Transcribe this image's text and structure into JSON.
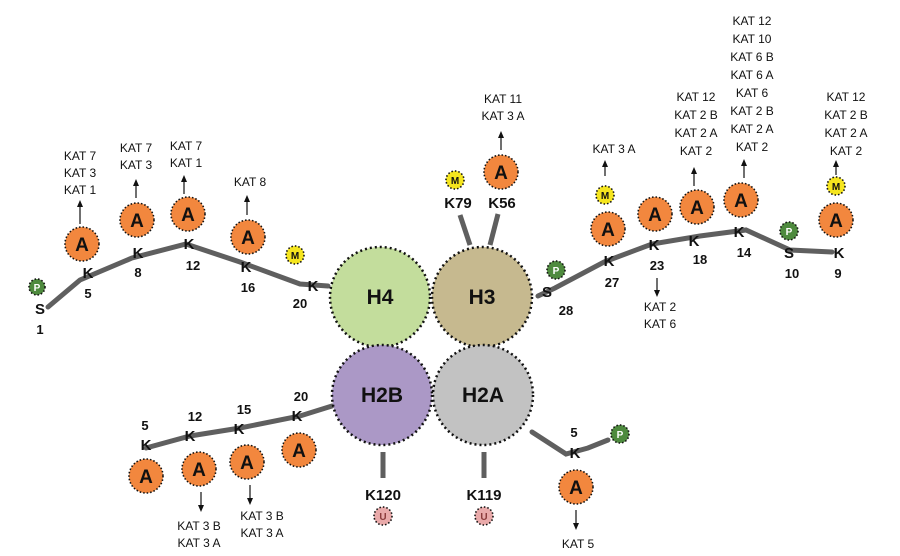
{
  "cores": [
    {
      "key": "h4",
      "label": "H4",
      "color": "#c3dd9c"
    },
    {
      "key": "h3",
      "label": "H3",
      "color": "#c6b98f"
    },
    {
      "key": "h2b",
      "label": "H2B",
      "color": "#ab98c6"
    },
    {
      "key": "h2a",
      "label": "H2A",
      "color": "#c2c2c2"
    }
  ],
  "h4_tail": [
    {
      "key": "s1",
      "letter": "S",
      "number": "1"
    },
    {
      "key": "k5",
      "letter": "K",
      "number": "5",
      "enzymes": [
        "KAT 7",
        "KAT 3",
        "KAT 1"
      ]
    },
    {
      "key": "k8",
      "letter": "K",
      "number": "8",
      "enzymes": [
        "KAT 7",
        "KAT 3"
      ]
    },
    {
      "key": "k12",
      "letter": "K",
      "number": "12",
      "enzymes": [
        "KAT 7",
        "KAT 1"
      ]
    },
    {
      "key": "k16",
      "letter": "K",
      "number": "16",
      "enzymes": [
        "KAT 8"
      ]
    },
    {
      "key": "k20",
      "letter": "K",
      "number": "20"
    }
  ],
  "h3_core_sites": [
    {
      "key": "k79",
      "name": "K79"
    },
    {
      "key": "k56",
      "name": "K56",
      "enzymes": [
        "KAT 11",
        "KAT 3 A"
      ]
    }
  ],
  "h3_tail": [
    {
      "key": "s28",
      "letter": "S",
      "number": "28"
    },
    {
      "key": "k27",
      "letter": "K",
      "number": "27",
      "enzymes": [
        "KAT 3 A"
      ]
    },
    {
      "key": "k23",
      "letter": "K",
      "number": "23",
      "enzymes_below": [
        "KAT 2",
        "KAT 6"
      ]
    },
    {
      "key": "k18",
      "letter": "K",
      "number": "18",
      "enzymes": [
        "KAT 12",
        "KAT 2 B",
        "KAT 2 A",
        "KAT 2"
      ]
    },
    {
      "key": "k14",
      "letter": "K",
      "number": "14",
      "enzymes": [
        "KAT 12",
        "KAT 10",
        "KAT 6 B",
        "KAT 6 A",
        "KAT 6",
        "KAT 2 B",
        "KAT 2 A",
        "KAT 2"
      ]
    },
    {
      "key": "s10",
      "letter": "S",
      "number": "10"
    },
    {
      "key": "k9",
      "letter": "K",
      "number": "9",
      "enzymes": [
        "KAT 12",
        "KAT 2 B",
        "KAT 2 A",
        "KAT 2"
      ]
    }
  ],
  "h2b_tail": [
    {
      "key": "k5",
      "letter": "K",
      "number": "5"
    },
    {
      "key": "k12",
      "letter": "K",
      "number": "12",
      "enzymes": [
        "KAT 3 B",
        "KAT 3 A"
      ]
    },
    {
      "key": "k15",
      "letter": "K",
      "number": "15",
      "enzymes": [
        "KAT 3 B",
        "KAT 3 A"
      ]
    },
    {
      "key": "k20",
      "letter": "K",
      "number": "20"
    }
  ],
  "h2b_core_site": {
    "name": "K120"
  },
  "h2a_core_site": {
    "name": "K119"
  },
  "h2a_tail": [
    {
      "key": "k5",
      "letter": "K",
      "number": "5",
      "enzymes": [
        "KAT 5"
      ]
    }
  ],
  "marks": {
    "acetyl": {
      "symbol": "A",
      "color": "#f2873e"
    },
    "phospho": {
      "symbol": "P",
      "color": "#4e8a3e"
    },
    "methyl": {
      "symbol": "M",
      "color": "#f5e51e"
    },
    "ubiquitin": {
      "symbol": "U",
      "color": "#e9aaaa"
    }
  }
}
